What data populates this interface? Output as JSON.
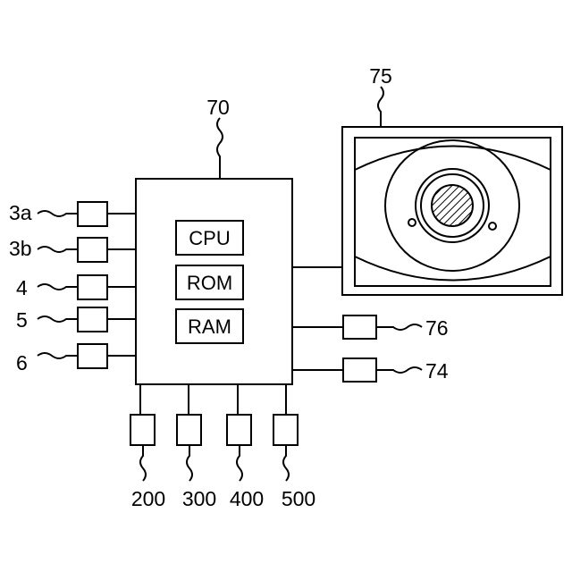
{
  "controller": {
    "ref": "70",
    "chips": [
      "CPU",
      "ROM",
      "RAM"
    ]
  },
  "display": {
    "ref": "75"
  },
  "left_inputs": [
    "3a",
    "3b",
    "4",
    "5",
    "6"
  ],
  "right_devices": [
    "76",
    "74"
  ],
  "bottom_devices": [
    "200",
    "300",
    "400",
    "500"
  ]
}
